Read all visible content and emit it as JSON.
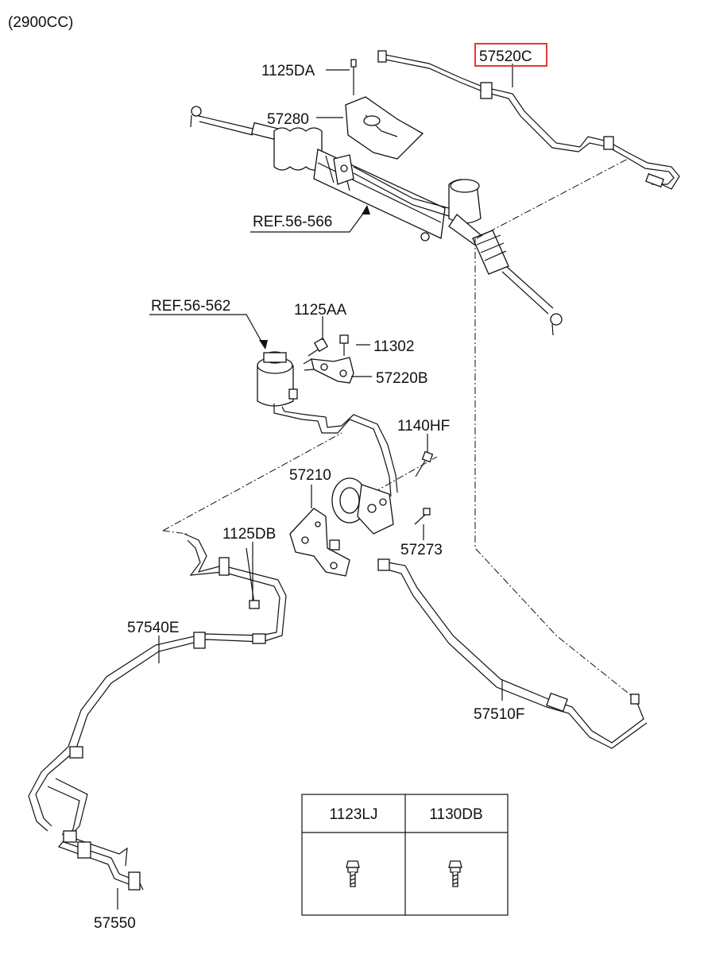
{
  "engine_label": "(2900CC)",
  "highlight_color": "#e23a3a",
  "highlighted_part": "57520C",
  "labels": {
    "p1125DA": "1125DA",
    "p57520C": "57520C",
    "p57280": "57280",
    "ref56566": "REF.56-566",
    "ref56562": "REF.56-562",
    "p1125AA": "1125AA",
    "p11302": "11302",
    "p57220B": "57220B",
    "p1140HF": "1140HF",
    "p57210": "57210",
    "p1125DB": "1125DB",
    "p57273": "57273",
    "p57540E": "57540E",
    "p57510F": "57510F",
    "p57550": "57550"
  },
  "fastener_table": {
    "columns": [
      "1123LJ",
      "1130DB"
    ]
  }
}
